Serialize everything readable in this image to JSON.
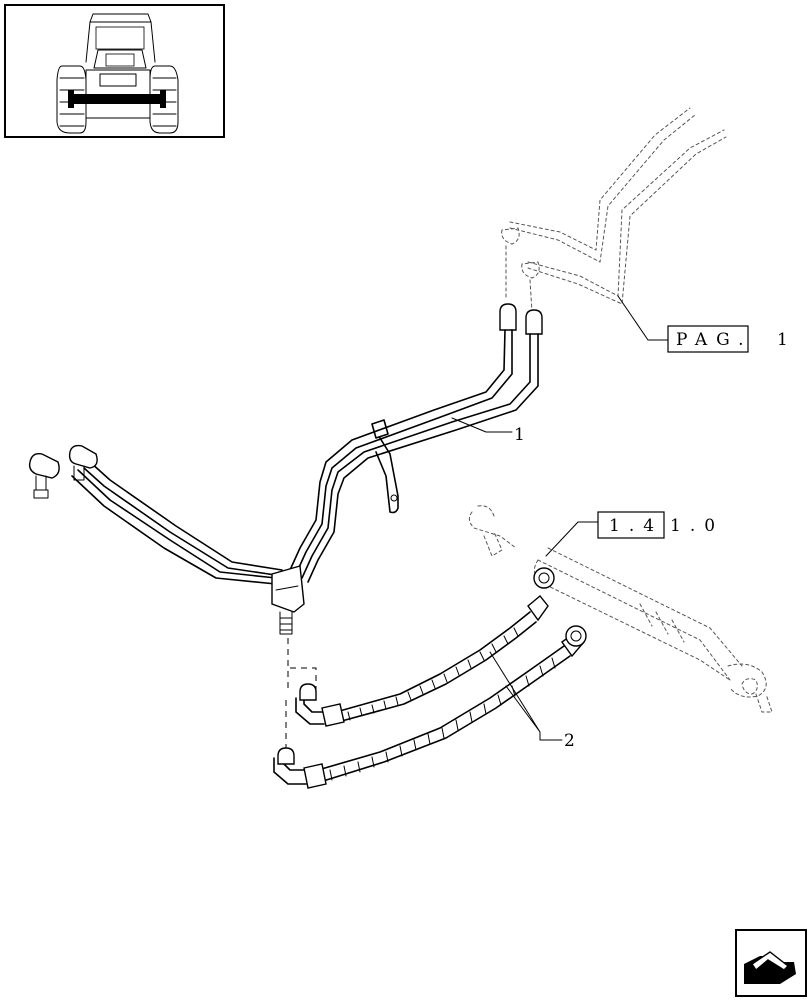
{
  "callouts": {
    "part_1": "1",
    "part_2": "2"
  },
  "references": {
    "ref_a_boxed": "PAG.",
    "ref_a_page": "1",
    "ref_b_boxed": "1.4",
    "ref_b_tail": "1.0"
  },
  "nav_icon": "next-page-arrow-icon"
}
